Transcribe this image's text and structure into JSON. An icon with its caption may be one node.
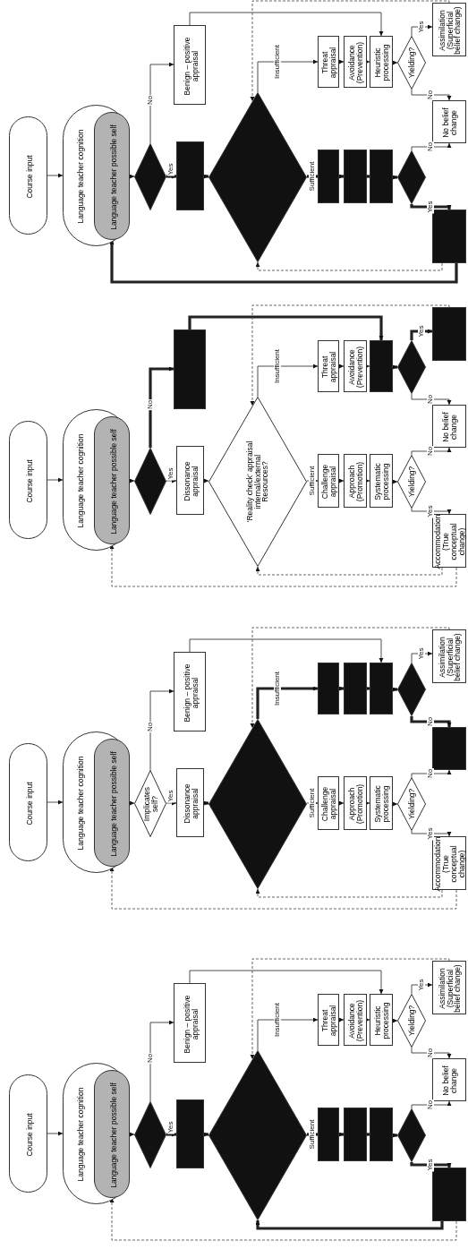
{
  "diagram": {
    "nodes": [
      {
        "text": [
          "Course input"
        ]
      },
      {
        "text": [
          "Language teacher cognition"
        ]
      },
      {
        "text": [
          "Language teacher possible self"
        ],
        "in": 1
      },
      {
        "text": [],
        "shape": "diamond"
      },
      {
        "text": [
          "Benign – positive appraisal"
        ]
      },
      {
        "text": [],
        "shape": "box"
      },
      {
        "text": [],
        "shape": "diamond"
      },
      {
        "text": [
          "Threat appraisal"
        ]
      },
      {
        "text": [
          "Avoidance (Prevention)"
        ]
      },
      {
        "text": [
          "Heuristic processing"
        ]
      },
      {
        "text": [
          "Yielding?"
        ]
      },
      {
        "text": [
          "Assimilation (Superficial belief change)"
        ]
      },
      {
        "text": [
          "No belief change"
        ]
      },
      {
        "text": [],
        "shape": "box"
      },
      {
        "text": [],
        "shape": "box"
      },
      {
        "text": [],
        "shape": "box"
      },
      {
        "text": [],
        "shape": "diamond"
      },
      {
        "text": [],
        "shape": "box"
      },
      {
        "text": [
          "Course input"
        ]
      },
      {
        "text": [
          "Language teacher cognition"
        ]
      },
      {
        "text": [
          "Language teacher possible self"
        ],
        "in": 19
      },
      {
        "text": [],
        "shape": "diamond"
      },
      {
        "text": [],
        "shape": "box"
      },
      {
        "text": [
          "Dissonance appraisal"
        ]
      },
      {
        "text": [
          "‘Reality check’ appraisal internal/external Resources?"
        ]
      },
      {
        "text": [
          "Threat appraisal"
        ]
      },
      {
        "text": [
          "Avoidance (Prevention)"
        ]
      },
      {
        "text": [],
        "shape": "box"
      },
      {
        "text": [],
        "shape": "diamond"
      },
      {
        "text": [],
        "shape": "box"
      },
      {
        "text": [
          "No belief change"
        ]
      },
      {
        "text": [
          "Challenge appraisal"
        ]
      },
      {
        "text": [
          "Approach (Promotion)"
        ]
      },
      {
        "text": [
          "Systematic processing"
        ]
      },
      {
        "text": [
          "Yielding?"
        ]
      },
      {
        "text": [
          "Accommodation (True conceptual change)"
        ]
      },
      {
        "text": [
          "Course input"
        ]
      },
      {
        "text": [
          "Language teacher cognition"
        ]
      },
      {
        "text": [
          "Language teacher possible self"
        ],
        "in": 37
      },
      {
        "text": [
          "Implicates self?"
        ]
      },
      {
        "text": [
          "Benign – positive appraisal"
        ]
      },
      {
        "text": [
          "Dissonance appraisal"
        ]
      },
      {
        "text": [],
        "shape": "diamond"
      },
      {
        "text": [],
        "shape": "box"
      },
      {
        "text": [],
        "shape": "box"
      },
      {
        "text": [],
        "shape": "box"
      },
      {
        "text": [],
        "shape": "diamond"
      },
      {
        "text": [
          "Assimilation (Superficial belief change)"
        ]
      },
      {
        "text": [],
        "shape": "box"
      },
      {
        "text": [
          "Challenge appraisal"
        ]
      },
      {
        "text": [
          "Approach (Promotion)"
        ]
      },
      {
        "text": [
          "Systematic processing"
        ]
      },
      {
        "text": [
          "Yielding?"
        ]
      },
      {
        "text": [
          "Accommodation (True conceptual change)"
        ]
      },
      {
        "text": [
          "Course input"
        ]
      },
      {
        "text": [
          "Language teacher cognition"
        ]
      },
      {
        "text": [
          "Language teacher possible self"
        ],
        "in": 55
      },
      {
        "text": [],
        "shape": "diamond"
      },
      {
        "text": [
          "Benign – positive appraisal"
        ]
      },
      {
        "text": [],
        "shape": "box"
      },
      {
        "text": [],
        "shape": "diamond"
      },
      {
        "text": [
          "Threat appraisal"
        ]
      },
      {
        "text": [
          "Avoidance (Prevention)"
        ]
      },
      {
        "text": [
          "Heuristic processing"
        ]
      },
      {
        "text": [
          "Yielding?"
        ]
      },
      {
        "text": [
          "Assimilation (Superficial belief change)"
        ]
      },
      {
        "text": [
          "No belief change"
        ]
      },
      {
        "text": [],
        "shape": "box"
      },
      {
        "text": [],
        "shape": "box"
      },
      {
        "text": [],
        "shape": "box"
      },
      {
        "text": [],
        "shape": "diamond"
      },
      {
        "text": [],
        "shape": "box"
      }
    ],
    "edges": [
      {
        "from": 0,
        "to": 1,
        "arrow": "to"
      },
      {
        "from": 2,
        "to": 3,
        "arrow": "to"
      },
      {
        "from": 3,
        "to": 4,
        "arrow": "to",
        "label": "No"
      },
      {
        "from": 3,
        "to": 5,
        "arrow": "to",
        "label": "Yes",
        "style": "thick"
      },
      {
        "from": 5,
        "to": 6,
        "arrow": "to",
        "style": "thick"
      },
      {
        "from": 6,
        "to": 7,
        "arrow": "to",
        "label": "Insufficient"
      },
      {
        "from": 7,
        "to": 8,
        "arrow": "to"
      },
      {
        "from": 8,
        "to": 9,
        "arrow": "to"
      },
      {
        "from": 9,
        "to": 10,
        "arrow": "to"
      },
      {
        "from": 10,
        "to": 11,
        "arrow": "to",
        "label": "Yes"
      },
      {
        "from": 10,
        "to": 12,
        "arrow": "to",
        "label": "No"
      },
      {
        "from": 4,
        "to": 9,
        "arrow": "to"
      },
      {
        "from": 6,
        "to": 13,
        "arrow": "to",
        "label": "Sufficient",
        "style": "thick"
      },
      {
        "from": 13,
        "to": 14,
        "arrow": "to",
        "style": "thick"
      },
      {
        "from": 14,
        "to": 15,
        "arrow": "to",
        "style": "thick"
      },
      {
        "from": 15,
        "to": 16,
        "arrow": "to",
        "style": "thick"
      },
      {
        "from": 16,
        "to": 12,
        "arrow": "to",
        "label": "No"
      },
      {
        "from": 16,
        "to": 17,
        "arrow": "to",
        "label": "Yes",
        "style": "thick"
      },
      {
        "from": 17,
        "to": 2,
        "arrow": "to",
        "style": "thick"
      },
      {
        "from": 17,
        "to": 6,
        "arrow": "to",
        "style": "dashed"
      },
      {
        "from": 11,
        "to": 6,
        "arrow": "to",
        "style": "dashed"
      },
      {
        "from": 18,
        "to": 19,
        "arrow": "to"
      },
      {
        "from": 20,
        "to": 21,
        "arrow": "to"
      },
      {
        "from": 21,
        "to": 22,
        "arrow": "to",
        "label": "No",
        "style": "thick"
      },
      {
        "from": 21,
        "to": 23,
        "arrow": "to",
        "label": "Yes"
      },
      {
        "from": 23,
        "to": 24,
        "arrow": "to"
      },
      {
        "from": 24,
        "to": 25,
        "arrow": "to",
        "label": "Insufficient"
      },
      {
        "from": 25,
        "to": 26,
        "arrow": "to"
      },
      {
        "from": 26,
        "to": 27,
        "arrow": "to"
      },
      {
        "from": 27,
        "to": 28,
        "arrow": "to",
        "style": "thick"
      },
      {
        "from": 28,
        "to": 29,
        "arrow": "to",
        "label": "Yes",
        "style": "thick"
      },
      {
        "from": 28,
        "to": 30,
        "arrow": "to",
        "label": "No"
      },
      {
        "from": 22,
        "to": 27,
        "arrow": "to",
        "style": "thick"
      },
      {
        "from": 24,
        "to": 31,
        "arrow": "to",
        "label": "Sufficient"
      },
      {
        "from": 31,
        "to": 32,
        "arrow": "to"
      },
      {
        "from": 32,
        "to": 33,
        "arrow": "to"
      },
      {
        "from": 33,
        "to": 34,
        "arrow": "to"
      },
      {
        "from": 34,
        "to": 30,
        "arrow": "to",
        "label": "No"
      },
      {
        "from": 34,
        "to": 35,
        "arrow": "to",
        "label": "Yes"
      },
      {
        "from": 35,
        "to": 20,
        "arrow": "to",
        "style": "dashed"
      },
      {
        "from": 35,
        "to": 24,
        "arrow": "to",
        "style": "dashed"
      },
      {
        "from": 29,
        "to": 24,
        "arrow": "to",
        "style": "dashed"
      },
      {
        "from": 36,
        "to": 37,
        "arrow": "to"
      },
      {
        "from": 38,
        "to": 39,
        "arrow": "to"
      },
      {
        "from": 39,
        "to": 40,
        "arrow": "to",
        "label": "No"
      },
      {
        "from": 39,
        "to": 41,
        "arrow": "to",
        "label": "Yes"
      },
      {
        "from": 41,
        "to": 42,
        "arrow": "to",
        "style": "thick"
      },
      {
        "from": 42,
        "to": 43,
        "arrow": "to",
        "label": "Insufficient",
        "style": "thick"
      },
      {
        "from": 43,
        "to": 44,
        "arrow": "to",
        "style": "thick"
      },
      {
        "from": 44,
        "to": 45,
        "arrow": "to",
        "style": "thick"
      },
      {
        "from": 45,
        "to": 46,
        "arrow": "to",
        "style": "thick"
      },
      {
        "from": 46,
        "to": 47,
        "arrow": "to",
        "label": "Yes"
      },
      {
        "from": 46,
        "to": 48,
        "arrow": "to",
        "label": "No",
        "style": "thick"
      },
      {
        "from": 40,
        "to": 45,
        "arrow": "to"
      },
      {
        "from": 42,
        "to": 49,
        "arrow": "to",
        "label": "Sufficient"
      },
      {
        "from": 49,
        "to": 50,
        "arrow": "to"
      },
      {
        "from": 50,
        "to": 51,
        "arrow": "to"
      },
      {
        "from": 51,
        "to": 52,
        "arrow": "to"
      },
      {
        "from": 52,
        "to": 48,
        "arrow": "to",
        "label": "No"
      },
      {
        "from": 52,
        "to": 53,
        "arrow": "to",
        "label": "Yes"
      },
      {
        "from": 53,
        "to": 38,
        "arrow": "to",
        "style": "dashed"
      },
      {
        "from": 53,
        "to": 42,
        "arrow": "to",
        "style": "dashed"
      },
      {
        "from": 47,
        "to": 42,
        "arrow": "to",
        "style": "dashed"
      },
      {
        "from": 54,
        "to": 55,
        "arrow": "to"
      },
      {
        "from": 56,
        "to": 57,
        "arrow": "to"
      },
      {
        "from": 57,
        "to": 58,
        "arrow": "to",
        "label": "No"
      },
      {
        "from": 57,
        "to": 59,
        "arrow": "to",
        "label": "Yes",
        "style": "thick"
      },
      {
        "from": 59,
        "to": 60,
        "arrow": "to",
        "style": "thick"
      },
      {
        "from": 60,
        "to": 61,
        "arrow": "to",
        "label": "Insufficient"
      },
      {
        "from": 61,
        "to": 62,
        "arrow": "to"
      },
      {
        "from": 62,
        "to": 63,
        "arrow": "to"
      },
      {
        "from": 63,
        "to": 64,
        "arrow": "to"
      },
      {
        "from": 64,
        "to": 65,
        "arrow": "to",
        "label": "Yes"
      },
      {
        "from": 64,
        "to": 66,
        "arrow": "to",
        "label": "No"
      },
      {
        "from": 58,
        "to": 63,
        "arrow": "to"
      },
      {
        "from": 60,
        "to": 67,
        "arrow": "to",
        "label": "Sufficient",
        "style": "thick"
      },
      {
        "from": 67,
        "to": 68,
        "arrow": "to",
        "style": "thick"
      },
      {
        "from": 68,
        "to": 69,
        "arrow": "to",
        "style": "thick"
      },
      {
        "from": 69,
        "to": 70,
        "arrow": "to",
        "style": "thick"
      },
      {
        "from": 70,
        "to": 66,
        "arrow": "to",
        "label": "No"
      },
      {
        "from": 70,
        "to": 71,
        "arrow": "to",
        "label": "Yes",
        "style": "thick"
      },
      {
        "from": 71,
        "to": 56,
        "arrow": "to",
        "style": "dashed"
      },
      {
        "from": 71,
        "to": 60,
        "arrow": "to",
        "style": "thick"
      },
      {
        "from": 65,
        "to": 60,
        "arrow": "to",
        "style": "dashed"
      }
    ]
  }
}
